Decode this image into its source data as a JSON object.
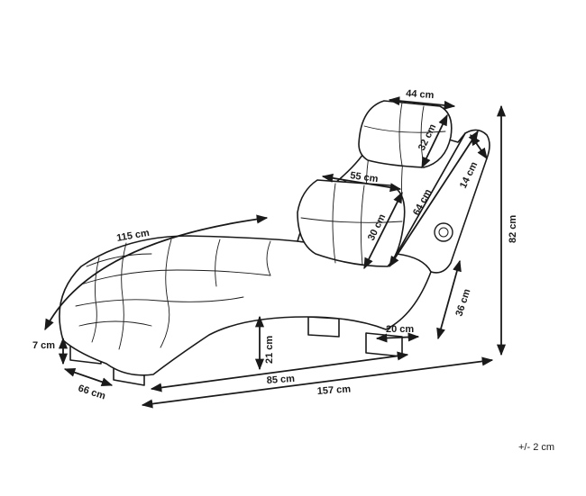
{
  "dimensions": {
    "headrest_width": "44 cm",
    "headrest_height": "32 cm",
    "side_panel_width": "14 cm",
    "pillow_width": "55 cm",
    "backrest_length": "64 cm",
    "pillow_height": "30 cm",
    "overall_length_curve": "115 cm",
    "overall_height": "82 cm",
    "rear_base_height": "36 cm",
    "foot_height": "7 cm",
    "seat_clearance": "21 cm",
    "rear_foot_width": "20 cm",
    "base_length": "85 cm",
    "depth": "66 cm",
    "overall_length": "157 cm"
  },
  "tolerance": "+/- 2 cm"
}
